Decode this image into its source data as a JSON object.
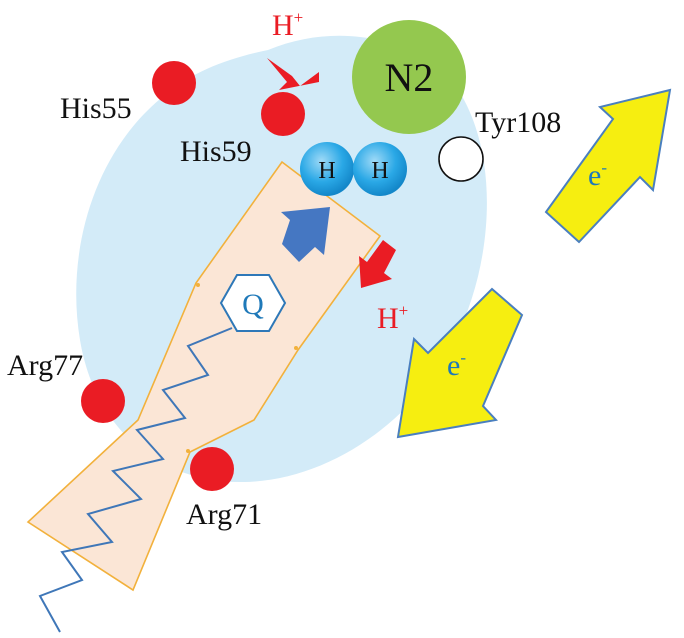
{
  "labels": {
    "n2": "N2",
    "his55": "His55",
    "his59": "His59",
    "tyr108": "Tyr108",
    "arg77": "Arg77",
    "arg71": "Arg71",
    "quinone": "Q",
    "hydrogen_left": "H",
    "hydrogen_right": "H",
    "proton_top": "H",
    "proton_top_sup": "+",
    "proton_right": "H",
    "proton_right_sup": "+",
    "electron_upper": "e",
    "electron_upper_sup": "-",
    "electron_lower": "e",
    "electron_lower_sup": "-"
  },
  "colors": {
    "pocket": "#d3ebf8",
    "membrane_band": "#fbe6d6",
    "membrane_outline": "#f2b13c",
    "n2_cluster": "#94c84f",
    "residue_red": "#ea1c24",
    "hydrogen_blue": "#1d9fe0",
    "label_blue": "#1f79b9",
    "blue_arrow": "#4577c2",
    "electron_arrow": "#f6ee10",
    "electron_outline": "#4a7fbf"
  }
}
